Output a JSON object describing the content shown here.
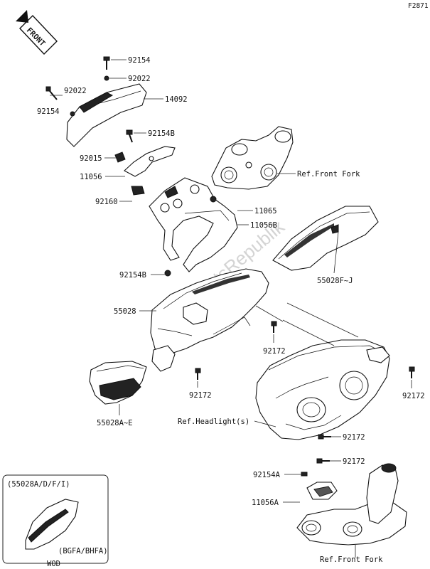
{
  "figure_code": "F2871",
  "front_marker": "FRONT",
  "watermark": "PartsRepublik",
  "callouts": {
    "c92154_top": "92154",
    "c92022_top": "92022",
    "c92022_left": "92022",
    "c14092": "14092",
    "c92154_left": "92154",
    "c92154B_top": "92154B",
    "c92015": "92015",
    "c11056": "11056",
    "c92160": "92160",
    "c_ref_front_fork_top": "Ref.Front Fork",
    "c11065": "11065",
    "c11056B": "11056B",
    "c92154B_bottom": "92154B",
    "c55028FJ": "55028F~J",
    "c55028": "55028",
    "c92172_center": "92172",
    "c92172_left": "92172",
    "c55028AE": "55028A~E",
    "c92172_right": "92172",
    "c_ref_headlight": "Ref.Headlight(s)",
    "c92172_mid1": "92172",
    "c92172_mid2": "92172",
    "c92154A": "92154A",
    "c11056A": "11056A",
    "c_ref_front_fork_bottom": "Ref.Front Fork"
  },
  "inset": {
    "variants": "(55028A/D/F/I)",
    "codes": "(BGFA/BHFA)",
    "wod": "WOD"
  }
}
